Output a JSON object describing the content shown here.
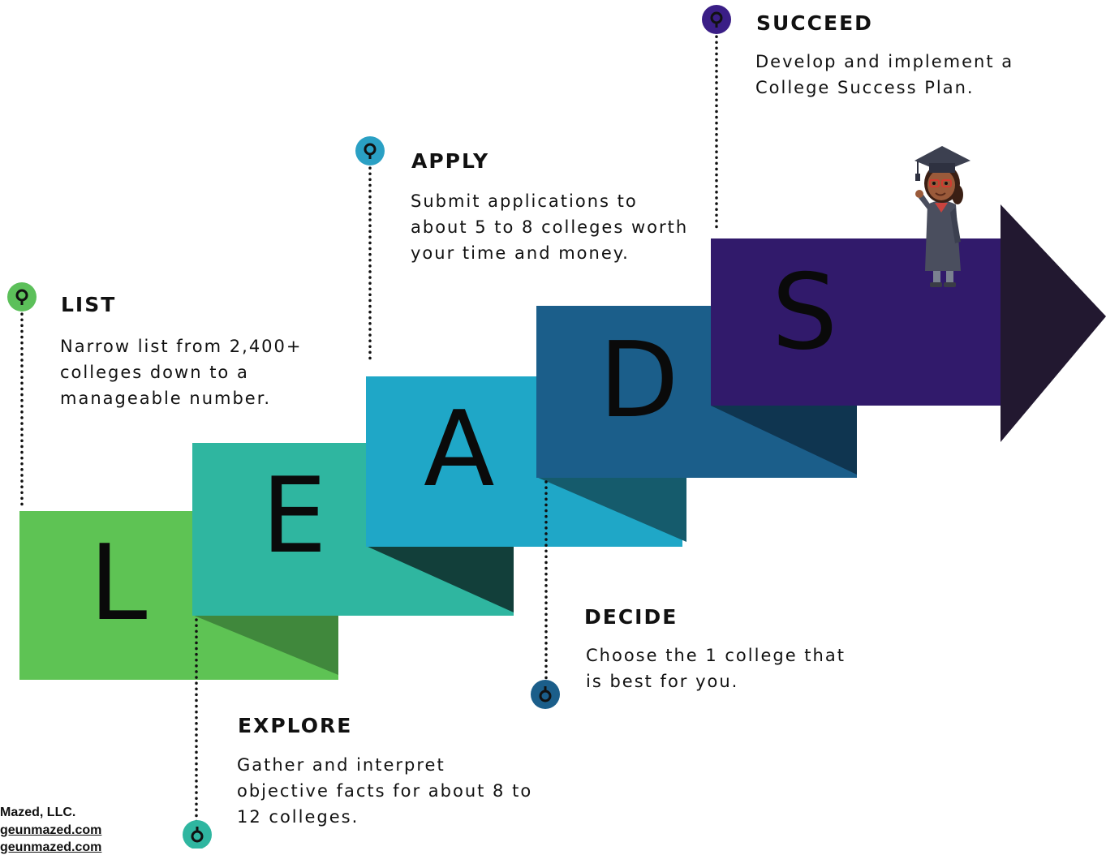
{
  "colors": {
    "l": "#5ec354",
    "l_shadow": "#40883c",
    "e": "#2fb6a0",
    "e_shadow": "#123f3a",
    "a": "#1fa7c7",
    "a_shadow": "#155b6c",
    "d": "#1b5e8a",
    "d_shadow": "#0f3550",
    "s": "#311a6b",
    "arrowhead": "#221830",
    "pin_list": "#5cc05a",
    "pin_explore": "#2fb6a0",
    "pin_apply": "#2aa0c4",
    "pin_decide": "#1b5e8a",
    "pin_succeed": "#3a1e86"
  },
  "letters": {
    "l": "L",
    "e": "E",
    "a": "A",
    "d": "D",
    "s": "S"
  },
  "steps": {
    "list": {
      "title": "LIST",
      "description": "Narrow list from 2,400+ colleges down to a manageable number.",
      "lines": [
        "Narrow list from 2,400+",
        "colleges down to a",
        "manageable number."
      ]
    },
    "explore": {
      "title": "EXPLORE",
      "description": "Gather and interpret objective facts for about 8 to 12 colleges.",
      "lines": [
        "Gather and interpret",
        "objective facts for about 8 to",
        "12 colleges."
      ]
    },
    "apply": {
      "title": "APPLY",
      "description": "Submit applications to about 5 to 8 colleges worth your time and money.",
      "lines": [
        "Submit applications to",
        "about 5 to 8 colleges worth",
        "your time and money."
      ]
    },
    "decide": {
      "title": "DECIDE",
      "description": "Choose the 1 college that is best for you.",
      "lines": [
        "Choose the 1 college that",
        "is best for you."
      ]
    },
    "succeed": {
      "title": "SUCCEED",
      "description": "Develop and implement a College Success Plan.",
      "lines": [
        "Develop and implement a",
        "College Success Plan."
      ]
    }
  },
  "footer": {
    "company": "Mazed, LLC.",
    "link1": "geunmazed.com",
    "link2": "geunmazed.com"
  }
}
